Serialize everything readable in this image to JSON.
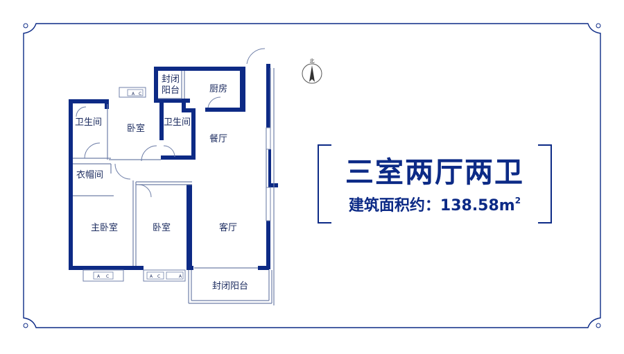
{
  "compass": {
    "label": "北"
  },
  "rooms": {
    "enclosed_balcony_top": "封闭阳台",
    "enclosed_balcony_top_line1": "封闭",
    "enclosed_balcony_top_line2": "阳台",
    "kitchen": "厨房",
    "bathroom_left": "卫生间",
    "bedroom_top": "卧室",
    "bathroom_right": "卫生间",
    "dining_room": "餐厅",
    "walk_in_closet": "衣帽间",
    "master_bedroom": "主卧室",
    "bedroom_bottom": "卧室",
    "living_room": "客厅",
    "enclosed_balcony_bottom": "封闭阳台"
  },
  "ac_labels": [
    "A",
    "C"
  ],
  "layout": {
    "title": "三室两厅两卫",
    "area_label": "建筑面积约：",
    "area_value": "138.58m",
    "area_superscript": "2"
  }
}
